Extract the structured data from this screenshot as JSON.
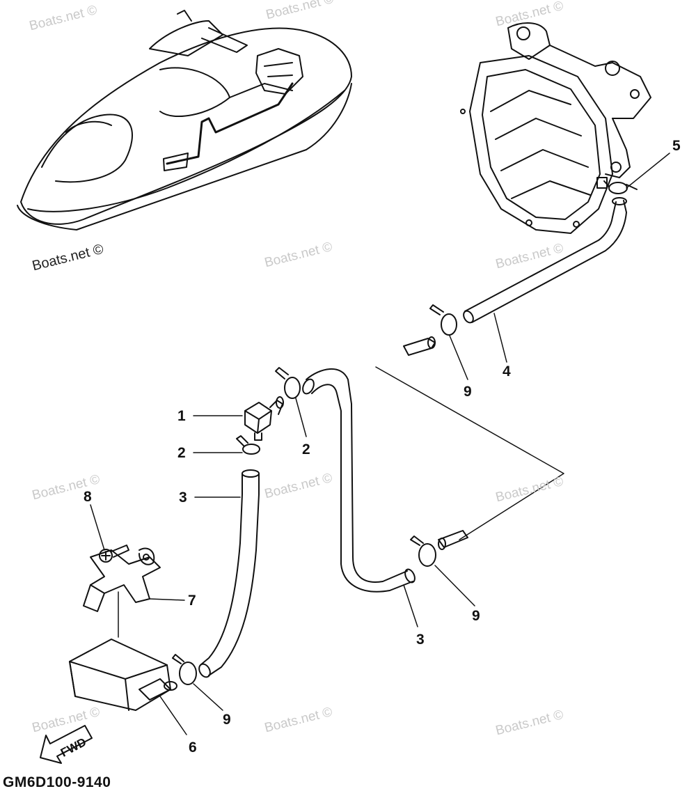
{
  "watermark": "Boats.net ©",
  "diagram_code": "GM6D100-9140",
  "fwd_label": "FWD",
  "callouts": {
    "c1": "1",
    "c2a": "2",
    "c2b": "2",
    "c3a": "3",
    "c3b": "3",
    "c4": "4",
    "c5": "5",
    "c6": "6",
    "c7": "7",
    "c8": "8",
    "c9a": "9",
    "c9b": "9",
    "c9c": "9"
  }
}
